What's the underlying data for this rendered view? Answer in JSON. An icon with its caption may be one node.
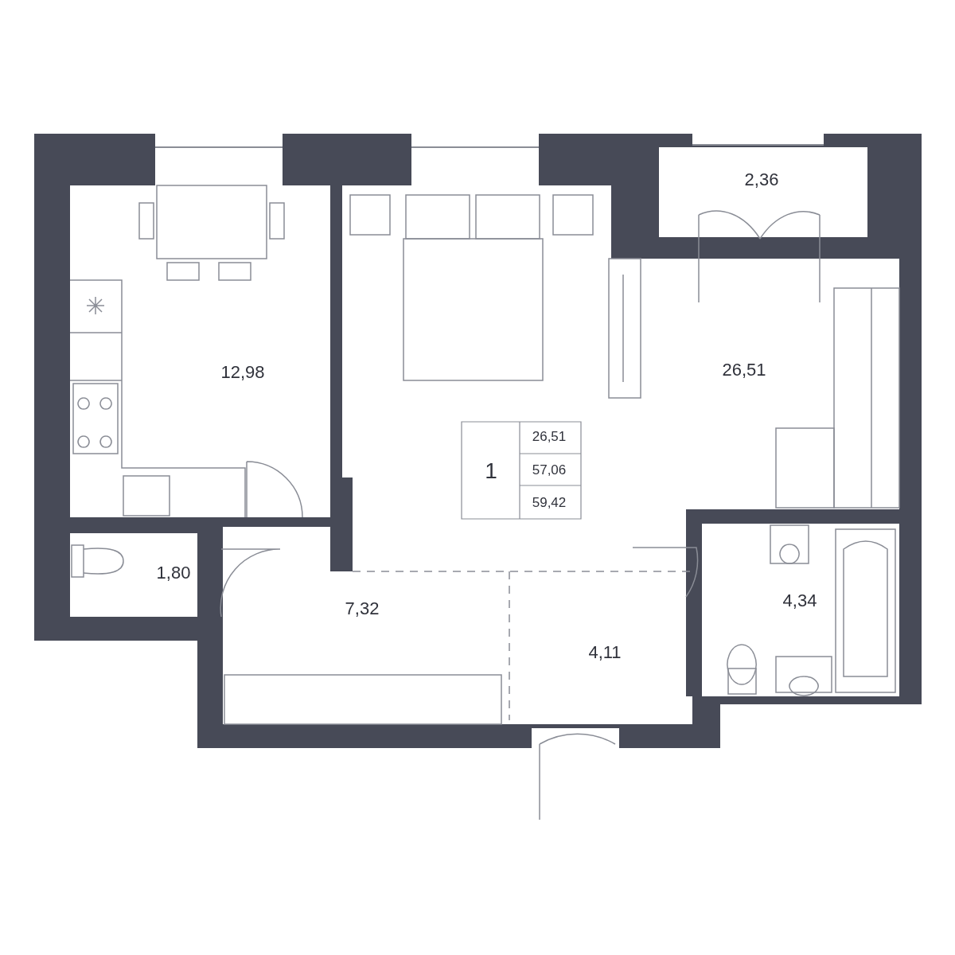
{
  "diagram": {
    "labels": [
      "2,36",
      "12,98",
      "26,51",
      "26,51",
      "1",
      "57,06",
      "59,42",
      "1,80",
      "4,34",
      "7,32",
      "4,11"
    ]
  }
}
